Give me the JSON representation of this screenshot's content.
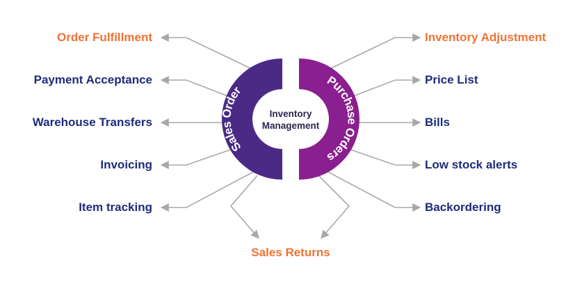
{
  "colors": {
    "accent": "#f07233",
    "label": "#1f2b7a",
    "sales_ring": "#4b2a86",
    "purchase_ring": "#8a1f8f",
    "connector": "#a8a8a8",
    "center_text": "#2b2450"
  },
  "center": {
    "line1": "Inventory",
    "line2": "Management"
  },
  "ring": {
    "left_label": "Sales Order",
    "right_label": "Purchase Orders"
  },
  "left_items": [
    {
      "label": "Order Fulfillment",
      "highlight": true
    },
    {
      "label": "Payment Acceptance",
      "highlight": false
    },
    {
      "label": "Warehouse Transfers",
      "highlight": false
    },
    {
      "label": "Invoicing",
      "highlight": false
    },
    {
      "label": "Item tracking",
      "highlight": false
    }
  ],
  "right_items": [
    {
      "label": "Inventory Adjustment",
      "highlight": true
    },
    {
      "label": "Price List",
      "highlight": false
    },
    {
      "label": "Bills",
      "highlight": false
    },
    {
      "label": "Low stock alerts",
      "highlight": false
    },
    {
      "label": "Backordering",
      "highlight": false
    }
  ],
  "bottom_item": {
    "label": "Sales Returns",
    "highlight": true
  }
}
